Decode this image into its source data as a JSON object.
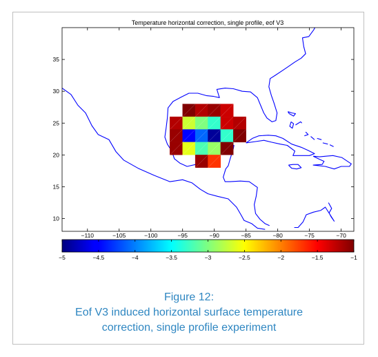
{
  "chart_data": {
    "type": "heatmap",
    "title": "Temperature horizontal correction, single profile, eof V3",
    "xlim": [
      -114,
      -68
    ],
    "ylim": [
      8,
      40
    ],
    "xticks": [
      -110,
      -105,
      -100,
      -95,
      -90,
      -85,
      -80,
      -75,
      -70
    ],
    "xtick_labels": [
      "−110",
      "−105",
      "−100",
      "−95",
      "−90",
      "−85",
      "−80",
      "−75",
      "−70"
    ],
    "yticks": [
      10,
      15,
      20,
      25,
      30,
      35
    ],
    "ytick_labels": [
      "10",
      "15",
      "20",
      "25",
      "30",
      "35"
    ],
    "grid": false,
    "cell_size_deg": 2,
    "cells": [
      {
        "lon": -94,
        "lat": 27,
        "value": -1.0
      },
      {
        "lon": -92,
        "lat": 27,
        "value": -1.2
      },
      {
        "lon": -90,
        "lat": 27,
        "value": -1.1
      },
      {
        "lon": -88,
        "lat": 27,
        "value": -1.3
      },
      {
        "lon": -96,
        "lat": 25,
        "value": -1.2
      },
      {
        "lon": -94,
        "lat": 25,
        "value": -2.7
      },
      {
        "lon": -92,
        "lat": 25,
        "value": -3.0
      },
      {
        "lon": -90,
        "lat": 25,
        "value": -3.3
      },
      {
        "lon": -88,
        "lat": 25,
        "value": -1.3
      },
      {
        "lon": -86,
        "lat": 25,
        "value": -1.2
      },
      {
        "lon": -96,
        "lat": 23,
        "value": -1.1
      },
      {
        "lon": -94,
        "lat": 23,
        "value": -4.5
      },
      {
        "lon": -92,
        "lat": 23,
        "value": -4.1
      },
      {
        "lon": -90,
        "lat": 23,
        "value": -4.9
      },
      {
        "lon": -88,
        "lat": 23,
        "value": -3.3
      },
      {
        "lon": -86,
        "lat": 23,
        "value": -1.0
      },
      {
        "lon": -96,
        "lat": 21,
        "value": -1.1
      },
      {
        "lon": -94,
        "lat": 21,
        "value": -2.6
      },
      {
        "lon": -92,
        "lat": 21,
        "value": -3.2
      },
      {
        "lon": -90,
        "lat": 21,
        "value": -2.9
      },
      {
        "lon": -88,
        "lat": 21,
        "value": -1.0
      },
      {
        "lon": -92,
        "lat": 19,
        "value": -1.1
      },
      {
        "lon": -90,
        "lat": 19,
        "value": -1.7
      }
    ],
    "colorbar": {
      "colormap": "jet",
      "min": -5,
      "max": -1,
      "ticks": [
        -5,
        -4.5,
        -4,
        -3.5,
        -3,
        -2.5,
        -2,
        -1.5,
        -1
      ],
      "tick_labels": [
        "−5",
        "−4.5",
        "−4",
        "−3.5",
        "−3",
        "−2.5",
        "−2",
        "−1.5",
        "−1"
      ]
    },
    "coastline_color": "#0000ff"
  },
  "caption": {
    "label": "Figure 12:",
    "line1": "Eof V3 induced horizontal surface temperature",
    "line2": "correction, single profile experiment"
  }
}
